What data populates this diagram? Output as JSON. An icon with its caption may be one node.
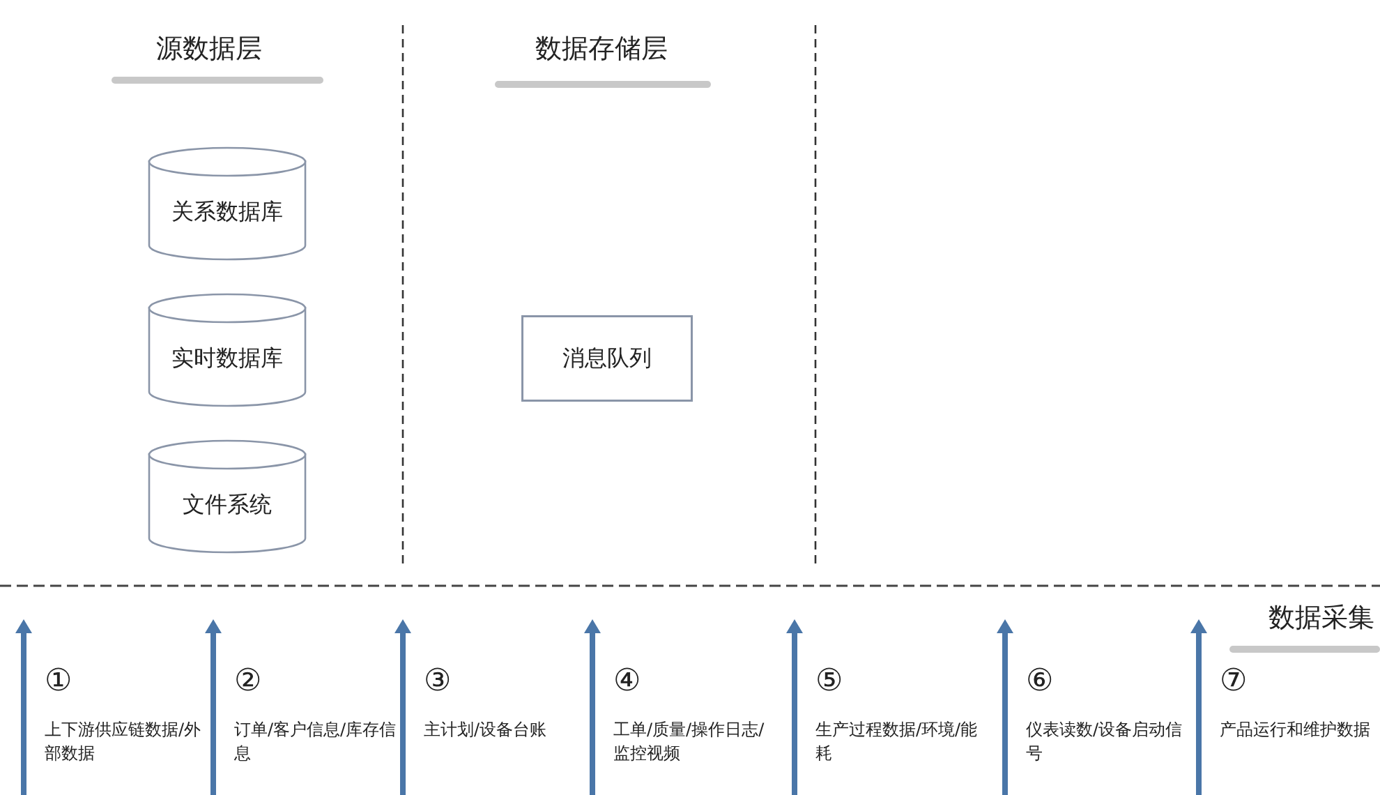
{
  "diagram": {
    "nodes": [
      {
        "text": [
          "关系数据库"
        ]
      },
      {
        "text": [
          "实时数据库"
        ]
      },
      {
        "text": [
          "文件系统"
        ]
      },
      {
        "text": [
          "消息队列"
        ]
      }
    ],
    "labels": [
      "源数据层",
      "数据存储层",
      "数据采集",
      "①",
      "上下游供应链数据/外部数据",
      "②",
      "订单/客户信息/库存信息",
      "③",
      "主计划/设备台账",
      "④",
      "工单/质量/操作日志/监控视频",
      "⑤",
      "生产过程数据/环境/能耗",
      "⑥",
      "仪表读数/设备启动信号",
      "⑦",
      "产品运行和维护数据"
    ]
  }
}
